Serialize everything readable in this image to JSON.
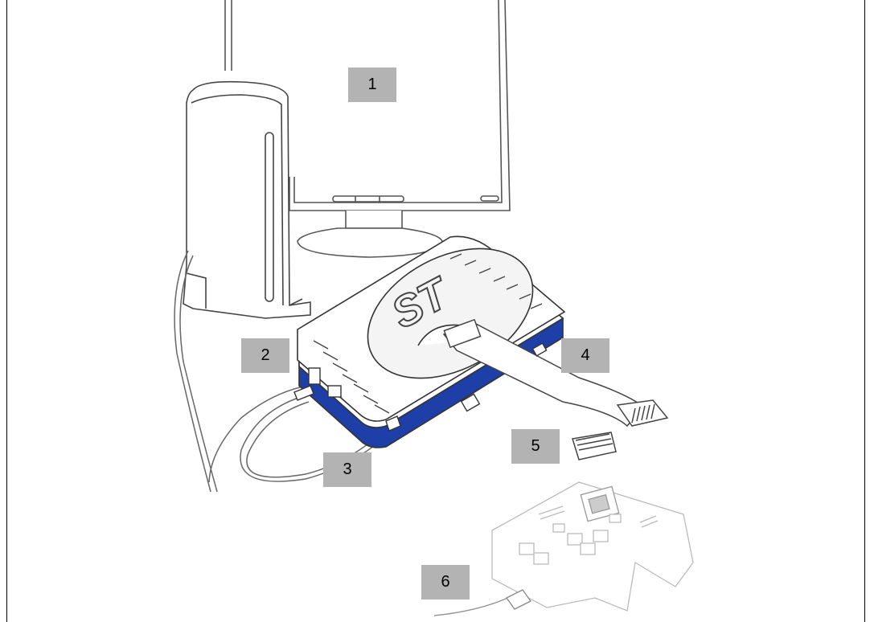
{
  "callouts": {
    "monitor": "1",
    "power_jack": "2",
    "usb_port": "3",
    "flat_cable": "4",
    "adapter": "5",
    "target_board": "6"
  }
}
